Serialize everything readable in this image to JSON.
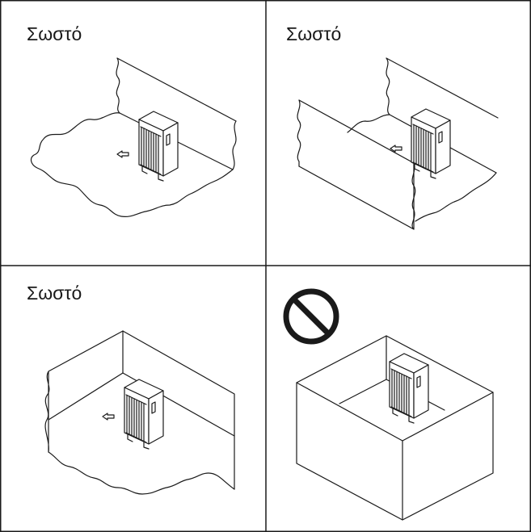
{
  "panels": [
    {
      "label": "Σωστό",
      "verdict": "correct"
    },
    {
      "label": "Σωστό",
      "verdict": "correct"
    },
    {
      "label": "Σωστό",
      "verdict": "correct"
    },
    {
      "label": "",
      "verdict": "prohibited",
      "icon": "prohibited-icon"
    }
  ],
  "colors": {
    "line": "#1a1a1a",
    "background": "#ffffff"
  }
}
